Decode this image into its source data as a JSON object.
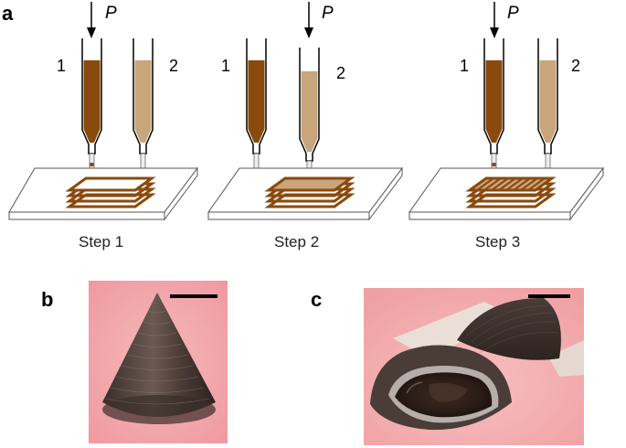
{
  "panels": {
    "a": {
      "letter": "a",
      "pressure_label": "P",
      "syringe_1_label": "1",
      "syringe_2_label": "2",
      "steps": [
        {
          "label": "Step 1"
        },
        {
          "label": "Step 2"
        },
        {
          "label": "Step 3"
        }
      ]
    },
    "b": {
      "letter": "b"
    },
    "c": {
      "letter": "c"
    }
  },
  "colors": {
    "chocolate_dark": "#8a4a0c",
    "chocolate_light": "#c9a57c",
    "slab_outline": "#8a4a0c",
    "background_pink": "#f0a3a8"
  }
}
